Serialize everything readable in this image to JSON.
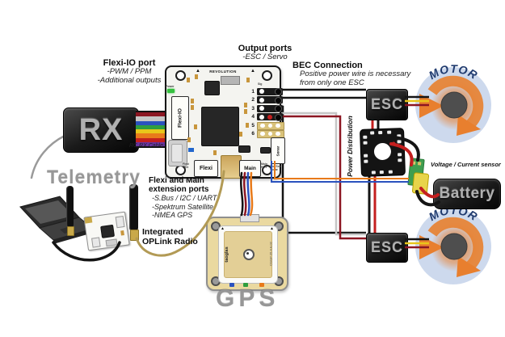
{
  "annotations": {
    "flexi_io_port": {
      "title": "Flexi-IO port",
      "line1": "-PWM / PPM",
      "line2": "-Additional outputs"
    },
    "rc_rx_cable": "RC RX Cable",
    "output_ports": {
      "title": "Output ports",
      "line1": "-ESC / Servo"
    },
    "bec": {
      "title": "BEC Connection",
      "line1": "Positive power wire is necessary",
      "line2": "from only one ESC"
    },
    "power_distribution": "Power Distribution",
    "voltage_current_sensor": "Voltage / Current sensor",
    "telemetry": "Telemetry",
    "flexi_main": {
      "title1": "Flexi and Main",
      "title2": "extension ports",
      "line1": "-S.Bus / I2C / UART",
      "line2": "-Spektrum Satellite",
      "line3": "-NMEA GPS"
    },
    "oplink": {
      "line1": "Integrated",
      "line2": "OPLink Radio"
    },
    "gps_caption": "GPS"
  },
  "devices": {
    "rx": "RX",
    "esc": "ESC",
    "motor": "MOTOR",
    "battery": "Battery"
  },
  "board": {
    "brand": "REVOLUTION",
    "power_led": "Power",
    "sig": "Sig",
    "pins": [
      "1",
      "2",
      "3",
      "4",
      "5",
      "6"
    ],
    "flexi_io": "Flexi-IO",
    "flexi": "Flexi",
    "main": "Main",
    "sonar": "Sonar",
    "flexi_port": "Flexi Port",
    "main_port": "Main Port",
    "pwr_sen": "Pwr Sen Sonar"
  },
  "gps_module": {
    "brand": "taoglas",
    "part": "CGGP 25.4 A.02"
  },
  "symbols": {
    "arrow_up": "▲"
  },
  "colors": {
    "wire_black": "#141414",
    "wire_red": "#c41f1f",
    "wire_maroon": "#8c1622",
    "wire_gray": "#c6c6c6",
    "wire_orange": "#e87a1a",
    "wire_blue": "#2a52be",
    "wire_yellow": "#e8c61a",
    "wire_green": "#2e9e3e",
    "wire_purple": "#6a35a0",
    "antenna_cable": "#b29a55",
    "antenna_gray": "#9a9a9a",
    "motor_fill": "#cdd9ed",
    "motor_arrow": "#e87f2e",
    "motor_text": "#1f3a6e",
    "pcb_green": "#3f9e4f",
    "xt60_yellow": "#e8d44a",
    "led_green": "#35c13f"
  }
}
